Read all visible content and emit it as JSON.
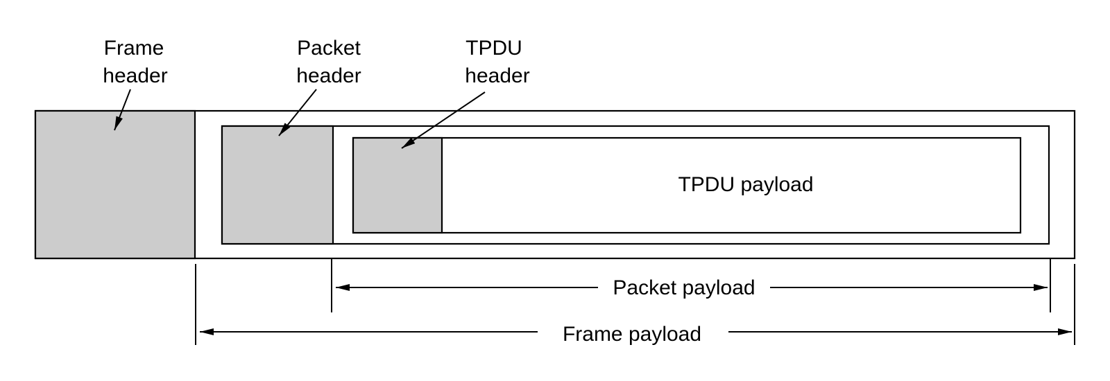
{
  "diagram": {
    "title": "Nesting of TPDUs, packets, and frames",
    "labels": {
      "frame_header": [
        "Frame",
        "header"
      ],
      "packet_header": [
        "Packet",
        "header"
      ],
      "tpdu_header": [
        "TPDU",
        "header"
      ],
      "tpdu_payload": "TPDU payload",
      "packet_payload": "Packet payload",
      "frame_payload": "Frame payload"
    },
    "colors": {
      "header_fill": "#cccccc",
      "payload_fill": "#ffffff",
      "stroke": "#000000"
    }
  }
}
